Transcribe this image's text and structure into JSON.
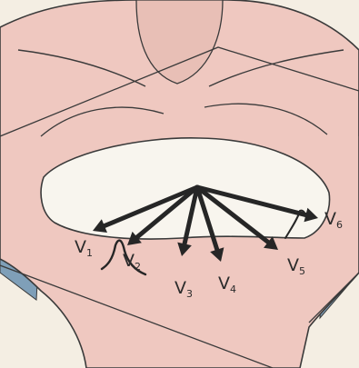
{
  "diagram": {
    "colors": {
      "background": "#f4eee3",
      "skin": "#efc8c0",
      "skin_shadow": "#e2b3ab",
      "plane": "#f8f5ee",
      "side_blue": "#7f9fb8",
      "outline": "#3a3a3a",
      "arrow": "#262626"
    },
    "leads": [
      {
        "letter": "V",
        "sub": "1"
      },
      {
        "letter": "V",
        "sub": "2"
      },
      {
        "letter": "V",
        "sub": "3"
      },
      {
        "letter": "V",
        "sub": "4"
      },
      {
        "letter": "V",
        "sub": "5"
      },
      {
        "letter": "V",
        "sub": "6"
      }
    ]
  }
}
